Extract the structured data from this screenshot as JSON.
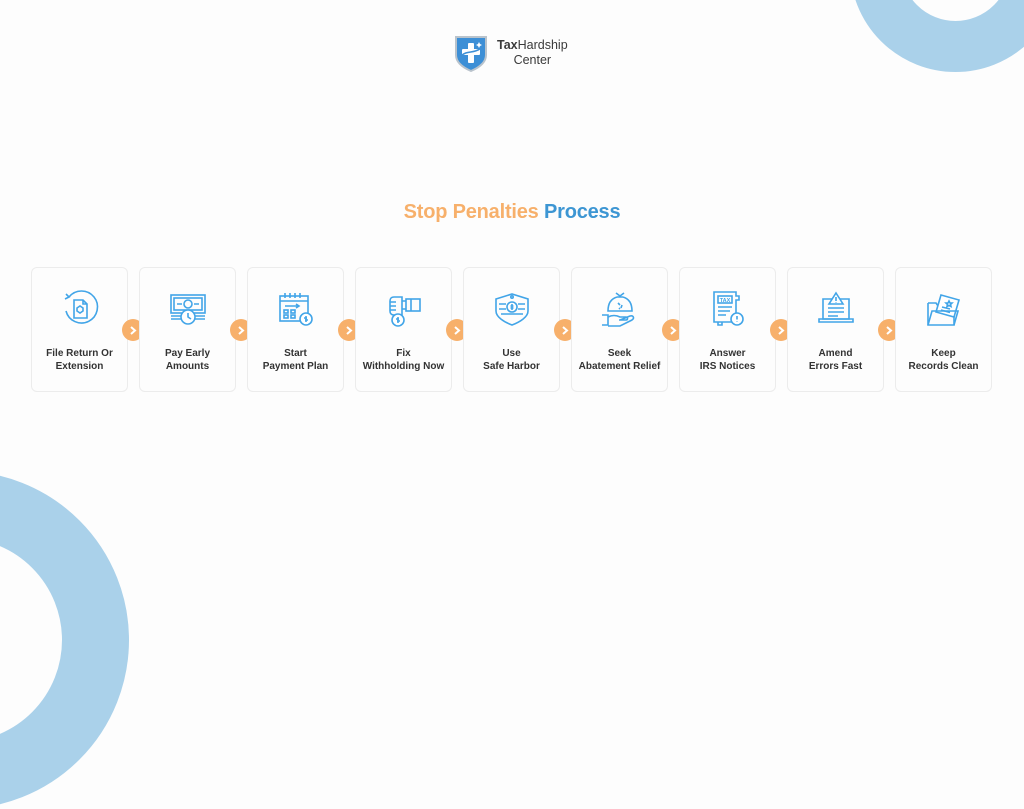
{
  "colors": {
    "accent_orange": "#f7b06b",
    "accent_blue": "#3d96d3",
    "icon_blue": "#42a5e8",
    "decor_blue": "#aad1ea",
    "text_dark": "#333333"
  },
  "logo": {
    "icon": "shield-medical-cross-icon",
    "name_bold": "Tax",
    "name_regular": "Hardship",
    "subtitle": "Center"
  },
  "title": {
    "part1": "Stop Penalties",
    "part2": "Process"
  },
  "steps": [
    {
      "line1": "File Return Or",
      "line2": "Extension",
      "icon": "file-refresh-icon"
    },
    {
      "line1": "Pay Early",
      "line2": "Amounts",
      "icon": "money-clock-icon"
    },
    {
      "line1": "Start",
      "line2": "Payment Plan",
      "icon": "calendar-coin-icon"
    },
    {
      "line1": "Fix",
      "line2": "Withholding Now",
      "icon": "hand-coin-icon"
    },
    {
      "line1": "Use",
      "line2": "Safe Harbor",
      "icon": "shield-dollar-icon"
    },
    {
      "line1": "Seek",
      "line2": "Abatement Relief",
      "icon": "hand-money-bag-icon"
    },
    {
      "line1": "Answer",
      "line2": "IRS Notices",
      "icon": "tax-document-alert-icon"
    },
    {
      "line1": "Amend",
      "line2": "Errors Fast",
      "icon": "laptop-warning-icon"
    },
    {
      "line1": "Keep",
      "line2": "Records Clean",
      "icon": "folder-records-icon"
    }
  ],
  "connector_icon": "chevron-right-icon"
}
